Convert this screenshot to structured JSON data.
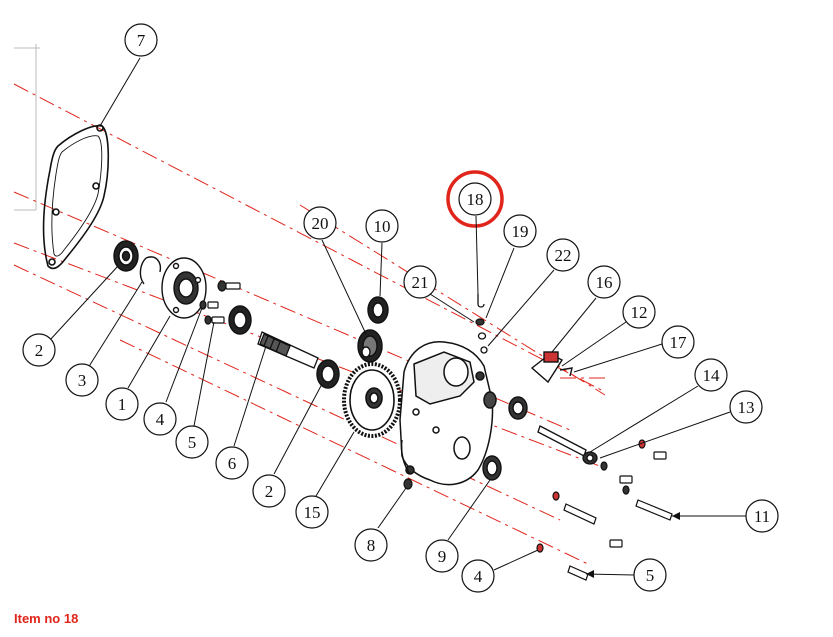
{
  "caption": "Item no 18",
  "highlight_color": "#e0251b",
  "centerline_color": "#e0251b",
  "callouts": [
    {
      "label": "7"
    },
    {
      "label": "20"
    },
    {
      "label": "10"
    },
    {
      "label": "18",
      "highlighted": true
    },
    {
      "label": "19"
    },
    {
      "label": "22"
    },
    {
      "label": "21"
    },
    {
      "label": "16"
    },
    {
      "label": "12"
    },
    {
      "label": "17"
    },
    {
      "label": "14"
    },
    {
      "label": "13"
    },
    {
      "label": "2"
    },
    {
      "label": "3"
    },
    {
      "label": "1"
    },
    {
      "label": "4"
    },
    {
      "label": "5"
    },
    {
      "label": "6"
    },
    {
      "label": "2"
    },
    {
      "label": "15"
    },
    {
      "label": "8"
    },
    {
      "label": "9"
    },
    {
      "label": "11"
    },
    {
      "label": "4"
    },
    {
      "label": "5"
    }
  ]
}
